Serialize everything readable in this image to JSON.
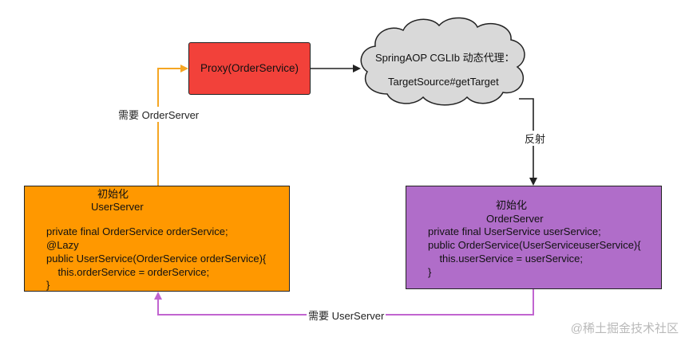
{
  "colors": {
    "proxy_fill": "#f2413a",
    "user_fill": "#ff9800",
    "order_fill": "#b06dc9",
    "cloud_fill": "#d9d9d9",
    "orange_arrow": "#f5a623",
    "purple_arrow": "#c165d0",
    "dark_arrow": "#222222"
  },
  "proxy": {
    "label": "Proxy(OrderService)"
  },
  "cloud": {
    "line1": "SpringAOP CGLIb 动态代理：",
    "line2": "TargetSource#getTarget"
  },
  "edges": {
    "need_order": "需要 OrderServer",
    "reflect": "反射",
    "need_user": "需要 UserServer"
  },
  "user_box": {
    "title1": "初始化",
    "title2": "UserServer",
    "code": [
      "private final OrderService orderService;",
      "@Lazy",
      "public UserService(OrderService orderService){",
      "    this.orderService = orderService;",
      "}"
    ]
  },
  "order_box": {
    "title1": "初始化",
    "title2": "OrderServer",
    "code": [
      "private final UserService userService;",
      "public OrderService(UserServiceuserService){",
      "    this.userService = userService;",
      "}"
    ]
  },
  "watermark": "@稀土掘金技术社区"
}
